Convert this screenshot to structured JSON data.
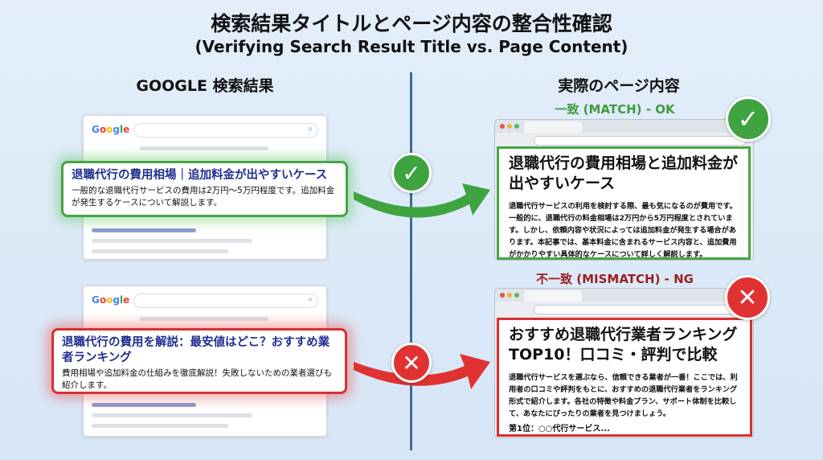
{
  "title": "検索結果タイトルとページ内容の整合性確認",
  "subtitle": "(Verifying Search Result Title vs. Page Content)",
  "left_header": "GOOGLE 検索結果",
  "right_header": "実際のページ内容",
  "google_logo": "Google",
  "match": {
    "verdict": "一致 (MATCH) - OK",
    "color": "#3f9a3f",
    "snippet_title": "退職代行の費用相場｜追加料金が出やすいケース",
    "snippet_desc": "一般的な退職代行サービスの費用は2万円〜5万円程度です。追加料金が発生するケースについて解説します。",
    "page_title": "退職代行の費用相場と追加料金が出やすいケース",
    "page_body": "退職代行サービスの利用を検討する際、最も気になるのが費用です。一般的に、退職代行の料金相場は2万円から5万円程度とされています。しかし、依頼内容や状況によっては追加料金が発生する場合があります。本記事では、基本料金に含まれるサービス内容と、追加費用がかかりやすい具体的なケースについて詳しく解説します。",
    "icon": "check-icon"
  },
  "mismatch": {
    "verdict": "不一致 (MISMATCH) - NG",
    "color": "#9a1f1f",
    "snippet_title": "退職代行の費用を解説：最安値はどこ？おすすめ業者ランキング",
    "snippet_desc": "費用相場や追加料金の仕組みを徹底解説！失敗しないための業者選びも紹介します。",
    "page_title": "おすすめ退職代行業者ランキングTOP10！口コミ・評判で比較",
    "page_body": "退職代行サービスを選ぶなら、信頼できる業者が一番！ここでは、利用者の口コミや評判をもとに、おすすめの退職代行業者をランキング形式で紹介します。各社の特徴や料金プラン、サポート体制を比較して、あなたにぴったりの業者を見つけましょう。",
    "page_footer": "第1位：○○代行サービス...",
    "icon": "x-icon"
  }
}
